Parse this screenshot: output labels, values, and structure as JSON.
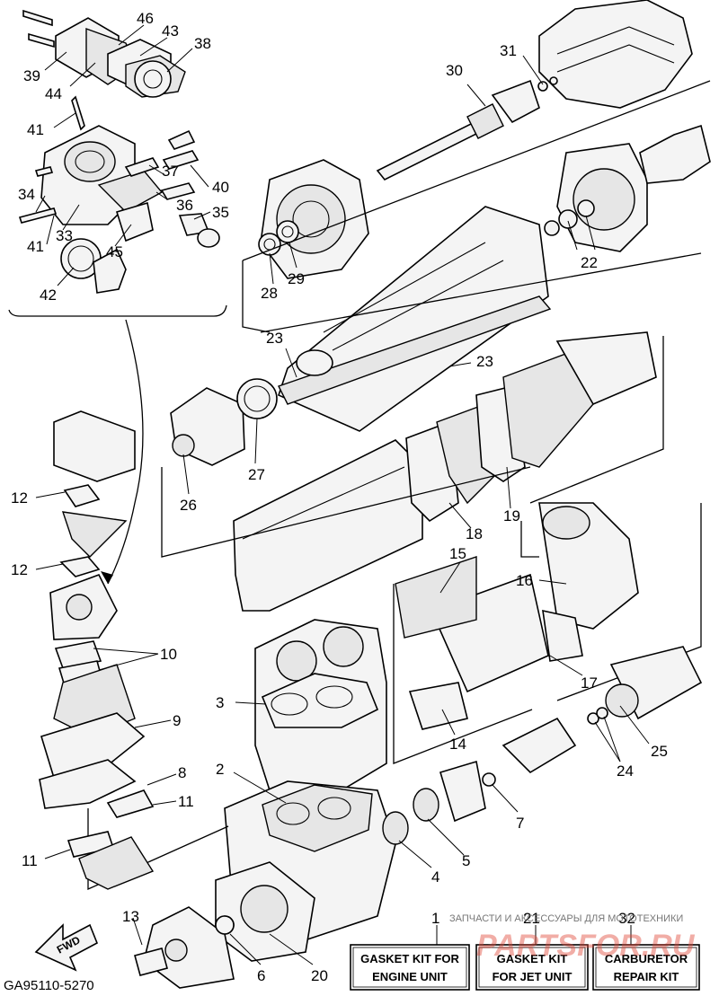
{
  "diagram_code": "GA95110-5270",
  "fwd_label": "FWD",
  "watermark": {
    "text": "ЗАПЧАСТИ И АКСЕССУАРЫ ДЛЯ МОТОТЕХНИКИ",
    "brand": "PARTSFOR.RU"
  },
  "kits": [
    {
      "number": "1",
      "line1": "GASKET KIT FOR",
      "line2": "ENGINE UNIT"
    },
    {
      "number": "21",
      "line1": "GASKET KIT",
      "line2": "FOR JET UNIT"
    },
    {
      "number": "32",
      "line1": "CARBURETOR",
      "line2": "REPAIR KIT"
    }
  ],
  "callouts": {
    "c39": "39",
    "c44": "44",
    "c46": "46",
    "c43": "43",
    "c38": "38",
    "c41a": "41",
    "c37": "37",
    "c40": "40",
    "c34": "34",
    "c36": "36",
    "c35": "35",
    "c41b": "41",
    "c33": "33",
    "c45": "45",
    "c42": "42",
    "c30": "30",
    "c31": "31",
    "c22": "22",
    "c28": "28",
    "c29": "29",
    "c23a": "23",
    "c23b": "23",
    "c26": "26",
    "c27": "27",
    "c18": "18",
    "c19": "19",
    "c12a": "12",
    "c12b": "12",
    "c15": "15",
    "c16": "16",
    "c10": "10",
    "c9": "9",
    "c3": "3",
    "c14": "14",
    "c17": "17",
    "c25": "25",
    "c24": "24",
    "c8": "8",
    "c11a": "11",
    "c11b": "11",
    "c2": "2",
    "c7": "7",
    "c4": "4",
    "c5": "5",
    "c13": "13",
    "c6": "6",
    "c20": "20"
  }
}
